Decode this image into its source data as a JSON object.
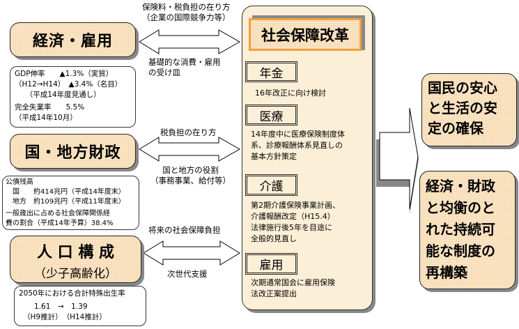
{
  "left": {
    "economy": {
      "title": "経済・雇用",
      "info": [
        "GDP伸率　　▲1.3%（実質）",
        "（H12→H14）　▲3.4%（名目）",
        "　　（平成14年度見通し）",
        "完全失業率　　5.5%",
        "（平成14年10月）"
      ]
    },
    "finance": {
      "title": "国・地方財政",
      "info": [
        "公債残高",
        "　国　　約414兆円（平成14年度末）",
        "　地方　約109兆円（平成11年度末）",
        "一般歳出に占める社会保障関係経",
        "費の割合（平成14年予算）38.4%"
      ]
    },
    "population": {
      "title": "人 口 構 成",
      "subtitle": "（少子高齢化）",
      "info": [
        "2050年における合計特殊出生率",
        "1.61　→　1.39",
        "（H9推計）　（H14推計）"
      ]
    }
  },
  "arrows": {
    "a1_top": [
      "保険料・税負担の在り方",
      "（企業の国際競争力等）"
    ],
    "a1_bottom": [
      "基礎的な消費・雇用",
      "の受け皿"
    ],
    "a2_top": "税負担の在り方",
    "a2_bottom": [
      "国と地方の役割",
      "（事務事業、給付等）"
    ],
    "a3_top": "将来の社会保障負担",
    "a3_bottom": "次世代支援"
  },
  "reform": {
    "title": "社会保障改革",
    "items": [
      {
        "label": "年金",
        "text": [
          "16年改正に向け検討"
        ]
      },
      {
        "label": "医療",
        "text": [
          "14年度中に医療保険制度体",
          "系、診療報酬体系見直しの",
          "基本方針策定"
        ]
      },
      {
        "label": "介護",
        "text": [
          "第2期介護保険事業計画、",
          "介護報酬改定（H15.4）",
          "法律施行後5年を目途に",
          "全般的見直し"
        ]
      },
      {
        "label": "雇用",
        "text": [
          "次期通常国会に雇用保険",
          "法改正案提出"
        ]
      }
    ]
  },
  "results": [
    {
      "lines": [
        "国民の安心",
        "と生活の安",
        "定の確保"
      ]
    },
    {
      "lines": [
        "経済・財政",
        "と均衡のと",
        "れた持続可",
        "能な制度の",
        "再構築"
      ]
    }
  ],
  "colors": {
    "peach": "#fbe4c3",
    "panel": "#fcefd7",
    "banner_border": "#f2a040"
  }
}
